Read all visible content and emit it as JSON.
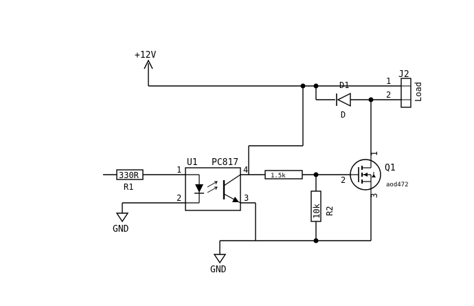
{
  "power": {
    "vcc_label": "+12V",
    "gnd_label_1": "GND",
    "gnd_label_2": "GND"
  },
  "r1": {
    "value": "330R",
    "ref": "R1"
  },
  "u1": {
    "ref": "U1",
    "part": "PC817",
    "pin1": "1",
    "pin2": "2",
    "pin3": "3",
    "pin4": "4"
  },
  "r_gate": {
    "value": "1.5k"
  },
  "r2": {
    "value": "10k",
    "ref": "R2"
  },
  "q1": {
    "ref": "Q1",
    "part": "aod472",
    "pin1": "1",
    "pin2": "2",
    "pin3": "3"
  },
  "d1": {
    "ref": "D1",
    "value": "D"
  },
  "j2": {
    "ref": "J2",
    "name": "Load",
    "pin1": "1",
    "pin2": "2"
  }
}
